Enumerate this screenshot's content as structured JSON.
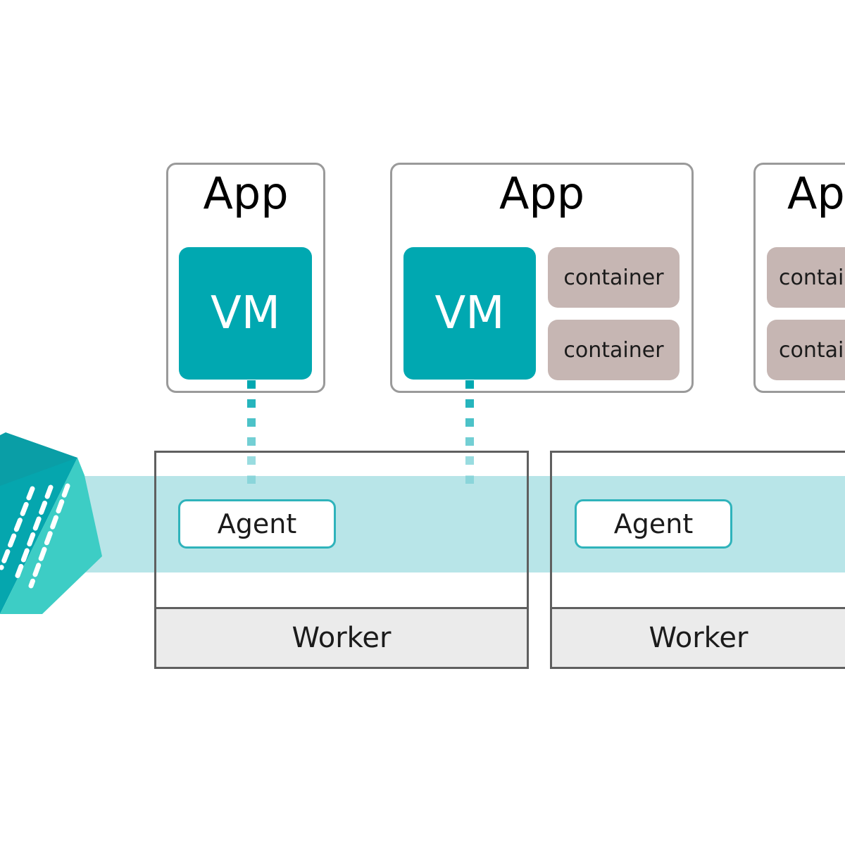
{
  "apps": [
    {
      "title": "App",
      "vm_label": "VM",
      "containers": []
    },
    {
      "title": "App",
      "vm_label": "VM",
      "containers": [
        "container",
        "container"
      ]
    },
    {
      "title": "App",
      "vm_label": "",
      "containers": [
        "container",
        "container"
      ]
    }
  ],
  "workers": [
    {
      "label": "Worker",
      "agent_label": "Agent"
    },
    {
      "label": "Worker",
      "agent_label": "Agent"
    }
  ],
  "colors": {
    "vm": "#00a8b1",
    "container": "#c6b6b3",
    "network_band": "#b8e5e8",
    "agent_border": "#2fb3bb",
    "worker_footer": "#ebebeb",
    "logo_dark": "#05a6ae",
    "logo_light": "#3dcdc5"
  },
  "icons": [
    "hexagon-logo-icon"
  ]
}
